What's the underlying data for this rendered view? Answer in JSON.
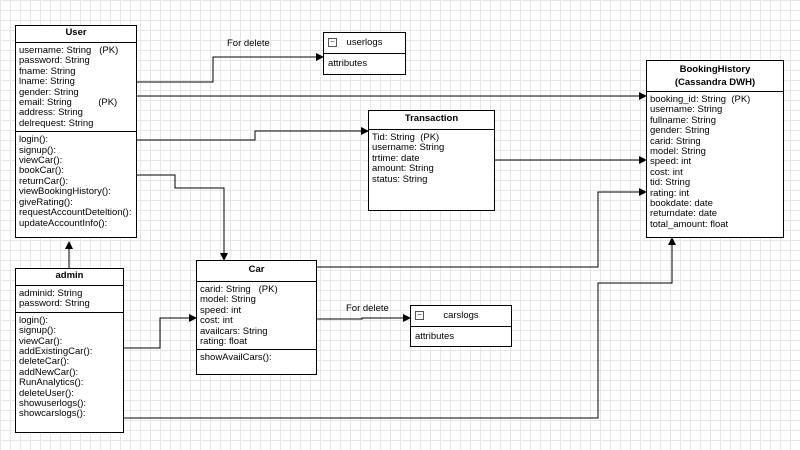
{
  "classes": {
    "user": {
      "title": "User",
      "attributes": [
        "username: String   (PK)",
        "password: String",
        "fname: String",
        "lname: String",
        "gender: String",
        "email: String          (PK)",
        "address: String",
        "delrequest: String"
      ],
      "methods": [
        "login():",
        "signup():",
        "viewCar():",
        "bookCar():",
        "returnCar():",
        "viewBookingHistory():",
        "giveRating():",
        "requestAccountDeteltion():",
        "updateAccountInfo():"
      ]
    },
    "admin": {
      "title": "admin",
      "attributes": [
        "adminid: String",
        "password: String"
      ],
      "methods": [
        "login():",
        "signup():",
        "viewCar():",
        "addExistingCar():",
        "deleteCar():",
        "addNewCar():",
        "RunAnalytics():",
        "deleteUser():",
        "showuserlogs():",
        "showcarslogs():"
      ]
    },
    "car": {
      "title": "Car",
      "attributes": [
        "carid: String   (PK)",
        "model: String",
        "speed: int",
        "cost: int",
        "availcars: String",
        "rating: float"
      ],
      "methods": [
        "showAvailCars():"
      ]
    },
    "transaction": {
      "title": "Transaction",
      "attributes": [
        "Tid: String  (PK)",
        "username: String",
        "trtime: date",
        "amount: String",
        "status: String"
      ]
    },
    "booking": {
      "title_line1": "BookingHistory",
      "title_line2": "(Cassandra DWH)",
      "attributes": [
        "booking_id: String  (PK)",
        "username: String",
        "fullname: String",
        "gender: String",
        "carid: String",
        "model: String",
        "speed: int",
        "cost: int",
        "tid: String",
        "rating: int",
        "bookdate: date",
        "returndate: date",
        "total_amount: float"
      ]
    }
  },
  "logs": {
    "userlogs": {
      "title": "userlogs",
      "body": "attributes",
      "icon": "minus-icon"
    },
    "carslogs": {
      "title": "carslogs",
      "body": "attributes",
      "icon": "minus-icon"
    }
  },
  "labels": {
    "user_delete": "For delete",
    "car_delete": "For delete"
  }
}
